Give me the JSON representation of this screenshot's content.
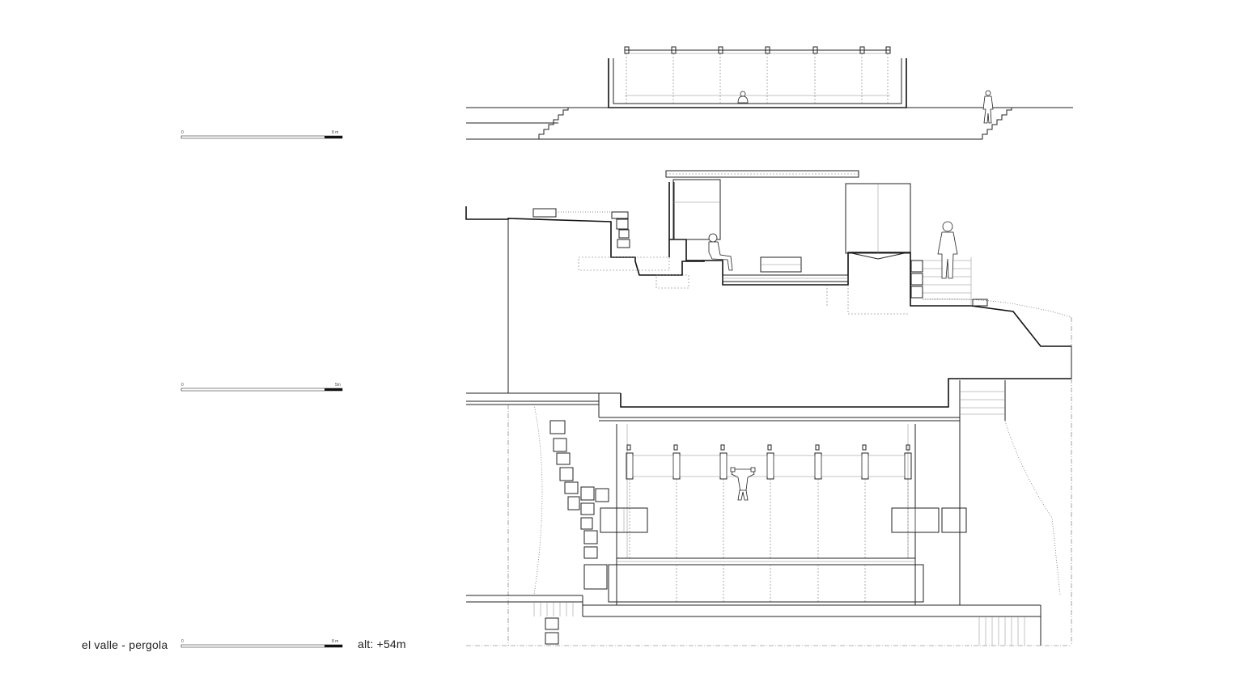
{
  "title": "el valle - pergola",
  "altitude": "alt: +54m",
  "scale_bars": [
    {
      "start": "0",
      "end": "8 m"
    },
    {
      "start": "0",
      "end": "5m"
    },
    {
      "start": "0",
      "end": "8 m"
    }
  ]
}
